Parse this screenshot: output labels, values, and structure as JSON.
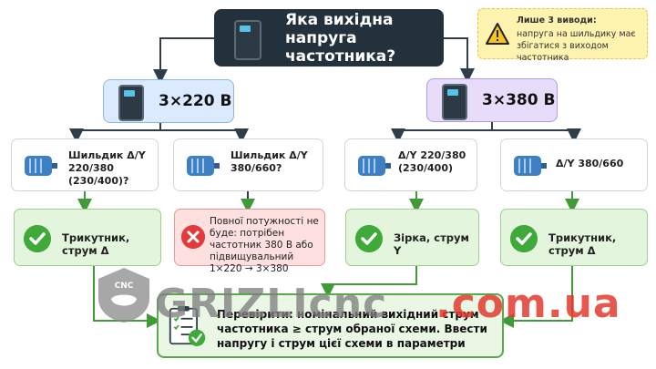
{
  "title": "Яка вихідна напруга частотника?",
  "note": {
    "line1": "Лише 3 виводи:",
    "line2": "напруга на шильдику має збігатися з виходом частотника"
  },
  "supply_left": "3×220 В",
  "supply_right": "3×380 В",
  "motors": [
    "Шильдик Δ/Y 220/380 (230/400)?",
    "Шильдик Δ/Y 380/660?",
    "Δ/Y 220/380 (230/400)",
    "Δ/Y 380/660"
  ],
  "results": {
    "r1": "Трикутник, струм Δ",
    "r2": "Повної потужності не буде: потрібен частотник 380 В або підвищувальний 1×220 → 3×380",
    "r3": "Зірка, струм Y",
    "r4": "Трикутник, струм Δ"
  },
  "final_check": "Перевірити: номінальний вихідний струм частотника ≥ струм обраної схеми. Ввести напругу і струм цієї схеми в параметри",
  "watermark": {
    "brand": "GRIZLIcnc",
    "domain": ".com.ua",
    "badge": "CNC"
  },
  "colors": {
    "dark": "#23313c",
    "green": "#3faa3a",
    "red": "#e23b39",
    "note": "#fff3b0"
  }
}
